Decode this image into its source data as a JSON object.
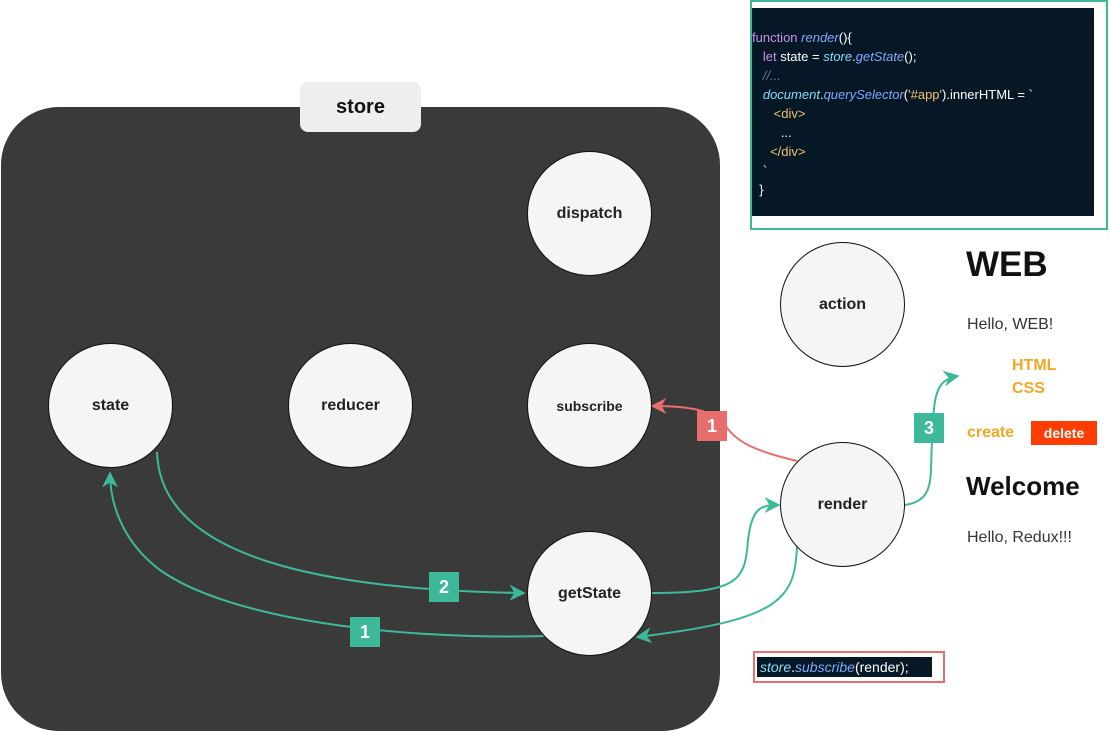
{
  "store": {
    "label": "store"
  },
  "nodes": {
    "dispatch": "dispatch",
    "state": "state",
    "reducer": "reducer",
    "subscribe": "subscribe",
    "getState": "getState",
    "action": "action",
    "render": "render"
  },
  "badges": {
    "b1_subscribe": "1",
    "b1_state": "1",
    "b2": "2",
    "b3": "3"
  },
  "colors": {
    "green": "#3db99a",
    "red": "#e86d6d",
    "store_bg": "#3a3a3a",
    "code_bg": "#061725",
    "accent": "#f5a623",
    "delete_bg": "#ff3d00"
  },
  "code": {
    "l1_kw": "function ",
    "l1_fn": "render",
    "l1_rest": "(){",
    "l2_kw": "let",
    "l2_a": " state = ",
    "l2_obj": "store",
    "l2_dot": ".",
    "l2_fn": "getState",
    "l2_rest": "();",
    "l3": "//...",
    "l4_obj": "document",
    "l4_dot": ".",
    "l4_fn": "querySelector",
    "l4_p1": "(",
    "l4_str": "'#app'",
    "l4_rest": ").innerHTML = `",
    "l5": "<div>",
    "l6": "...",
    "l7": "</div>",
    "l8": "`",
    "l9": "}"
  },
  "subscribe_code": {
    "obj": "store",
    "dot": ".",
    "fn": "subscribe",
    "rest": "(render);"
  },
  "web_page": {
    "title": "WEB",
    "greeting": "Hello, WEB!",
    "links": [
      "HTML",
      "CSS"
    ],
    "create": "create",
    "delete": "delete",
    "welcome": "Welcome",
    "welcome_text": "Hello, Redux!!!"
  }
}
